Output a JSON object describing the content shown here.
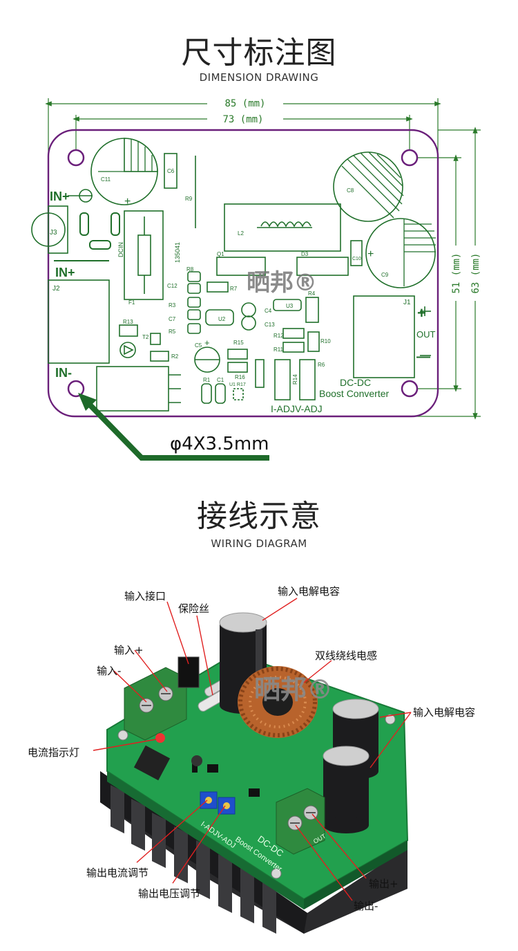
{
  "dimension_section": {
    "title_cn": "尺寸标注图",
    "title_en": "DIMENSION DRAWING",
    "dim_width_outer": "85 (mm)",
    "dim_width_inner": "73 (mm)",
    "dim_height_inner": "51 (mm)",
    "dim_height_outer": "63 (mm)",
    "hole_note": "φ4X3.5mm",
    "watermark": "晒邦®",
    "pcb_labels": {
      "in_plus_top": "IN+",
      "in_plus": "IN+",
      "in_minus": "IN-",
      "j3": "J3",
      "j2": "J2",
      "j1": "J1",
      "out": "OUT",
      "plus": "+",
      "minus": "—",
      "dcin": "DCIN",
      "code": "135041",
      "c11": "C11",
      "c6": "C6",
      "r9": "R9",
      "l2": "L2",
      "c8": "C8",
      "c9": "C9",
      "c10": "C10",
      "q1": "Q1",
      "d3": "D3",
      "f1": "F1",
      "r8": "R8",
      "c12": "C12",
      "r3": "R3",
      "c7": "C7",
      "r5": "R5",
      "r7": "R7",
      "u2": "U2",
      "c4": "C4",
      "c13": "C13",
      "u3": "U3",
      "r4": "R4",
      "r13": "R13",
      "t2": "T2",
      "r2": "R2",
      "c5": "C5",
      "r15": "R15",
      "r16": "R16",
      "r1": "R1",
      "c1": "C1",
      "u1r17": "U1 R17",
      "r12": "R12",
      "r11": "R11",
      "r10": "R10",
      "r14": "R14",
      "r6": "R6",
      "dcdc": "DC-DC",
      "boost": "Boost Converter",
      "adj": "I-ADJV-ADJ"
    }
  },
  "wiring_section": {
    "title_cn": "接线示意",
    "title_en": "WIRING DIAGRAM",
    "watermark": "晒邦®",
    "callouts": {
      "input_port": "输入接口",
      "fuse": "保险丝",
      "input_cap_top": "输入电解电容",
      "input_plus": "输入+",
      "input_minus": "输入-",
      "inductor": "双线绕线电感",
      "input_cap_right": "输入电解电容",
      "current_led": "电流指示灯",
      "out_current_adj": "输出电流调节",
      "out_voltage_adj": "输出电压调节",
      "output_plus": "输出+",
      "output_minus": "输出-"
    },
    "board_silkscreen": {
      "dcdc": "DC-DC",
      "boost": "Boost Converter",
      "adj": "I-ADJV-ADJ",
      "out": "OUT"
    }
  },
  "colors": {
    "pcb_outline": "#6a1f7a",
    "silkscreen": "#1f6f2a",
    "dim_line": "#2a7a2a",
    "pcb_green": "#1f9a4a",
    "callout_red": "#e02020"
  }
}
